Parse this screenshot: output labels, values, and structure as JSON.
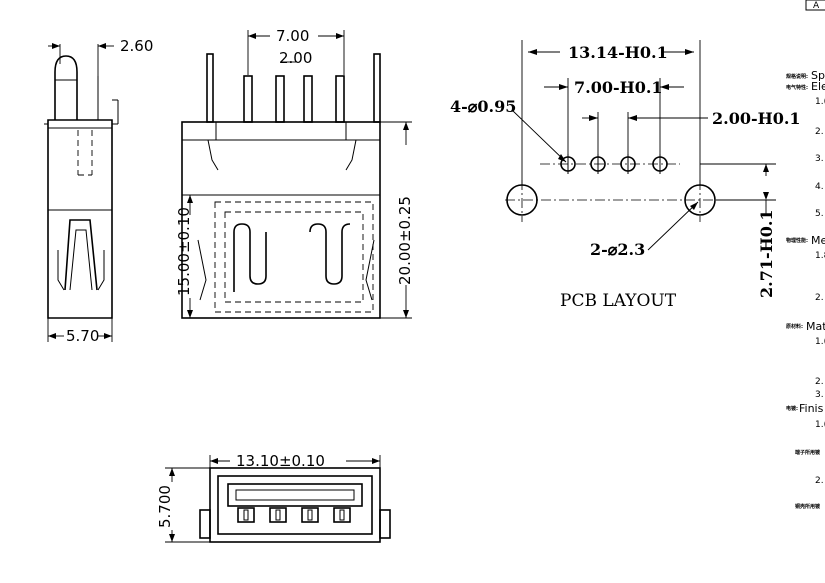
{
  "side_view": {
    "top_dim": "2.60",
    "bottom_dim": "5.70"
  },
  "front_view": {
    "pitch_dim": "7.00",
    "pin_pitch": "2.00",
    "height_dim": "15.00±0.10",
    "total_height": "20.00±0.25"
  },
  "bottom_view": {
    "width_dim": "13.10±0.10",
    "height_dim": "5.700"
  },
  "pcb_layout": {
    "title": "PCB LAYOUT",
    "outer_span": "13.14-H0.1",
    "pin_span": "7.00-H0.1",
    "pin_pitch": "2.00-H0.1",
    "pin_holes": "4-⌀0.95",
    "mount_holes": "2-⌀2.3",
    "row_offset": "2.71-H0.1"
  },
  "spec_panel": {
    "items": [
      {
        "cn": "规格说明:",
        "en": "Sp"
      },
      {
        "cn": "电气特性:",
        "en": "Ele"
      },
      {
        "cn": "",
        "en": "1.("
      },
      {
        "cn": "",
        "en": "2."
      },
      {
        "cn": "",
        "en": "3."
      },
      {
        "cn": "",
        "en": "4."
      },
      {
        "cn": "",
        "en": "5."
      },
      {
        "cn": "物理性能:",
        "en": "Me"
      },
      {
        "cn": "",
        "en": "1.8"
      },
      {
        "cn": "",
        "en": "2."
      },
      {
        "cn": "原材料:",
        "en": "Mat"
      },
      {
        "cn": "",
        "en": "1.("
      },
      {
        "cn": "",
        "en": "2."
      },
      {
        "cn": "",
        "en": "3."
      },
      {
        "cn": "电镀:",
        "en": "Finis"
      },
      {
        "cn": "",
        "en": "1.("
      },
      {
        "cn": "端子所用镀",
        "en": ""
      },
      {
        "cn": "",
        "en": "2."
      },
      {
        "cn": "铜壳所用镀",
        "en": ""
      }
    ],
    "revision_mark": "A"
  }
}
